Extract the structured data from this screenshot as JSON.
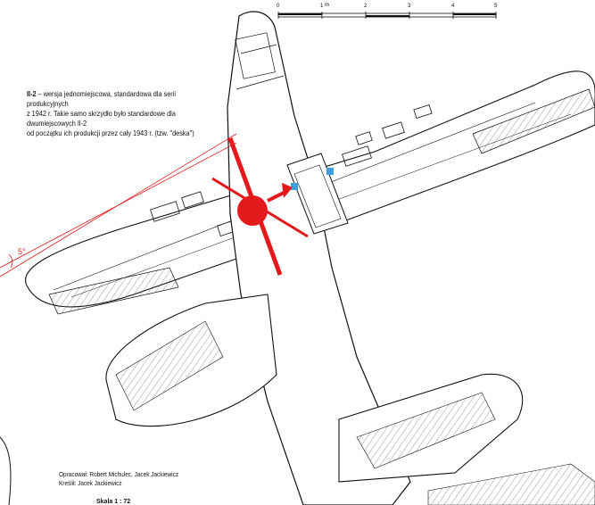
{
  "caption": {
    "designation": "Il-2",
    "line1": " – wersja jednomiejscowa, standardowa dla serii produkcyjnych",
    "line2": "z 1942 r. Takie samo skrzydło było standardowe dla dwumiejscowych Il-2",
    "line3": "od początku ich produkcji przez cały 1943 r. (tzw. \"deska\")"
  },
  "credits": {
    "line1": "Opracował: Robert Michulec, Jacek Jackiewicz",
    "line2": "Kreślił: Jacek Jackiewicz"
  },
  "cut_text": "Skala 1 : 72",
  "annotation": {
    "angle_label": "5°",
    "marker_color": "#e3191b",
    "highlight_color": "#3fa0e0"
  },
  "scale_bar": {
    "labels": [
      "0",
      "1",
      "2",
      "3",
      "4",
      "5"
    ],
    "unit": "m"
  }
}
